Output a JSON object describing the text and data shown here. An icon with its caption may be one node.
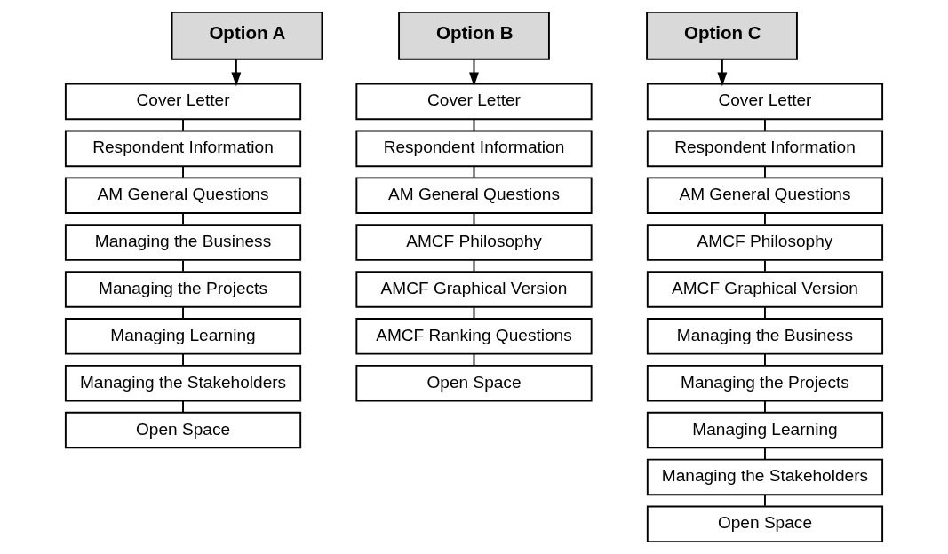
{
  "diagram": {
    "nodes": [
      {
        "text": [
          "Option A"
        ]
      },
      {
        "text": [
          "Cover Letter"
        ]
      },
      {
        "text": [
          "Respondent Information"
        ]
      },
      {
        "text": [
          "AM General Questions"
        ]
      },
      {
        "text": [
          "Managing the Business"
        ]
      },
      {
        "text": [
          "Managing the Projects"
        ]
      },
      {
        "text": [
          "Managing Learning"
        ]
      },
      {
        "text": [
          "Managing the Stakeholders"
        ]
      },
      {
        "text": [
          "Open Space"
        ]
      },
      {
        "text": [
          "Option B"
        ]
      },
      {
        "text": [
          "Cover Letter"
        ]
      },
      {
        "text": [
          "Respondent Information"
        ]
      },
      {
        "text": [
          "AM General Questions"
        ]
      },
      {
        "text": [
          "AMCF Philosophy"
        ]
      },
      {
        "text": [
          "AMCF Graphical Version"
        ]
      },
      {
        "text": [
          "AMCF Ranking Questions"
        ]
      },
      {
        "text": [
          "Open Space"
        ]
      },
      {
        "text": [
          "Option C"
        ]
      },
      {
        "text": [
          "Cover Letter"
        ]
      },
      {
        "text": [
          "Respondent Information"
        ]
      },
      {
        "text": [
          "AM General Questions"
        ]
      },
      {
        "text": [
          "AMCF Philosophy"
        ]
      },
      {
        "text": [
          "AMCF Graphical Version"
        ]
      },
      {
        "text": [
          "Managing the Business"
        ]
      },
      {
        "text": [
          "Managing the Projects"
        ]
      },
      {
        "text": [
          "Managing Learning"
        ]
      },
      {
        "text": [
          "Managing the Stakeholders"
        ]
      },
      {
        "text": [
          "Open Space"
        ]
      }
    ],
    "edges": [
      {
        "from": 0,
        "to": 1,
        "arrow": "to"
      },
      {
        "from": 1,
        "to": 2,
        "arrow": "none"
      },
      {
        "from": 2,
        "to": 3,
        "arrow": "none"
      },
      {
        "from": 3,
        "to": 4,
        "arrow": "none"
      },
      {
        "from": 4,
        "to": 5,
        "arrow": "none"
      },
      {
        "from": 5,
        "to": 6,
        "arrow": "none"
      },
      {
        "from": 6,
        "to": 7,
        "arrow": "none"
      },
      {
        "from": 7,
        "to": 8,
        "arrow": "none"
      },
      {
        "from": 9,
        "to": 10,
        "arrow": "to"
      },
      {
        "from": 10,
        "to": 11,
        "arrow": "none"
      },
      {
        "from": 11,
        "to": 12,
        "arrow": "none"
      },
      {
        "from": 12,
        "to": 13,
        "arrow": "none"
      },
      {
        "from": 13,
        "to": 14,
        "arrow": "none"
      },
      {
        "from": 14,
        "to": 15,
        "arrow": "none"
      },
      {
        "from": 15,
        "to": 16,
        "arrow": "none"
      },
      {
        "from": 17,
        "to": 18,
        "arrow": "to"
      },
      {
        "from": 18,
        "to": 19,
        "arrow": "none"
      },
      {
        "from": 19,
        "to": 20,
        "arrow": "none"
      },
      {
        "from": 20,
        "to": 21,
        "arrow": "none"
      },
      {
        "from": 21,
        "to": 22,
        "arrow": "none"
      },
      {
        "from": 22,
        "to": 23,
        "arrow": "none"
      },
      {
        "from": 23,
        "to": 24,
        "arrow": "none"
      },
      {
        "from": 24,
        "to": 25,
        "arrow": "none"
      },
      {
        "from": 25,
        "to": 26,
        "arrow": "none"
      },
      {
        "from": 26,
        "to": 27,
        "arrow": "none"
      }
    ]
  }
}
